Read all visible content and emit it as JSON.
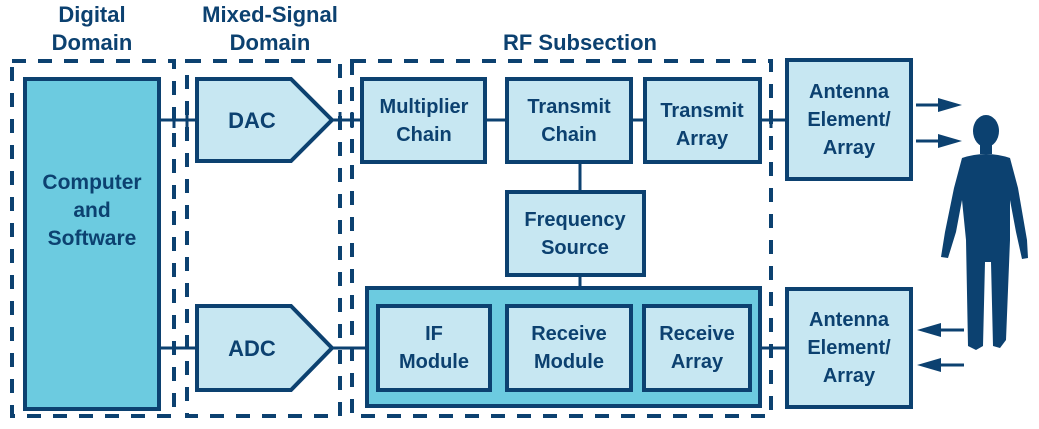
{
  "colors": {
    "navy": "#0c4170",
    "light_fill": "#c7e7f2",
    "mid_fill": "#6ccbe0",
    "background": "#ffffff"
  },
  "domains": {
    "digital": [
      "Digital",
      "Domain"
    ],
    "mixed_signal": [
      "Mixed-Signal",
      "Domain"
    ],
    "rf": [
      "RF Subsection"
    ]
  },
  "blocks": {
    "computer": [
      "Computer",
      "and",
      "Software"
    ],
    "dac": [
      "DAC"
    ],
    "adc": [
      "ADC"
    ],
    "multiplier_chain": [
      "Multiplier",
      "Chain"
    ],
    "transmit_chain": [
      "Transmit",
      "Chain"
    ],
    "transmit_array": [
      "Transmit",
      "Array"
    ],
    "frequency_source": [
      "Frequency",
      "Source"
    ],
    "if_module": [
      "IF",
      "Module"
    ],
    "receive_module": [
      "Receive",
      "Module"
    ],
    "receive_array": [
      "Receive",
      "Array"
    ],
    "antenna_tx": [
      "Antenna",
      "Element/",
      "Array"
    ],
    "antenna_rx": [
      "Antenna",
      "Element/",
      "Array"
    ]
  },
  "icons": {
    "person": "person-silhouette-icon",
    "tx_arrows": "arrow-right-icon",
    "rx_arrows": "arrow-left-icon"
  }
}
